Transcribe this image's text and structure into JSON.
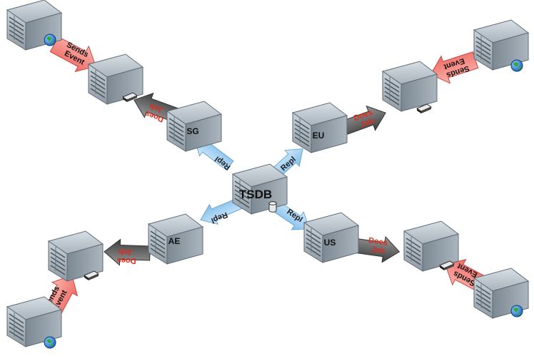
{
  "hub": {
    "label": "TSDB"
  },
  "regions": [
    {
      "id": "sg",
      "label": "SG",
      "job_label": "Does Job"
    },
    {
      "id": "eu",
      "label": "EU",
      "job_label": "Does Job"
    },
    {
      "id": "ae",
      "label": "AE",
      "job_label": "Does Job"
    },
    {
      "id": "us",
      "label": "US",
      "job_label": "Does Job"
    }
  ],
  "edges": {
    "repl_label": "Repl",
    "event_label_line1": "Sends",
    "event_label_line2": "Event"
  },
  "colors": {
    "repl_arrow": "#9ccdf2",
    "job_arrow": "#5a5a5a",
    "event_arrow": "#f47f7a",
    "job_text": "#e02a1a",
    "repl_text": "#1a1a1a",
    "server_body": "#9aa5ae"
  },
  "icons": {
    "server": "server-icon",
    "database": "database-icon",
    "globe": "globe-icon",
    "keyboard": "keyboard-icon"
  }
}
